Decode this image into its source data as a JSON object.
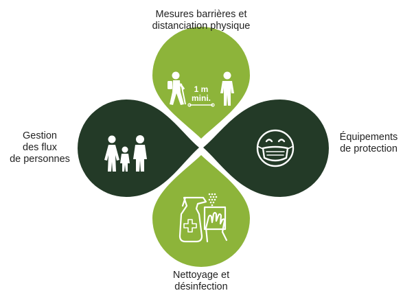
{
  "colors": {
    "light_green": "#8db43a",
    "dark_green": "#233a27",
    "icon_on_light": "#ffffff",
    "icon_on_dark": "#ffffff",
    "text": "#222222"
  },
  "petals": [
    {
      "id": "top",
      "color": "light_green",
      "label_lines": [
        "Mesures barrières et",
        "distanciation physique"
      ],
      "icon": "social-distance-icon",
      "icon_text": [
        "1 m",
        "mini."
      ]
    },
    {
      "id": "right",
      "color": "dark_green",
      "label_lines": [
        "Équipements",
        "de protection"
      ],
      "icon": "face-mask-icon"
    },
    {
      "id": "bottom",
      "color": "light_green",
      "label_lines": [
        "Nettoyage et",
        "désinfection"
      ],
      "icon": "spray-and-cleaning-icon"
    },
    {
      "id": "left",
      "color": "dark_green",
      "label_lines": [
        "Gestion",
        "des flux",
        "de personnes"
      ],
      "icon": "family-icon"
    }
  ]
}
